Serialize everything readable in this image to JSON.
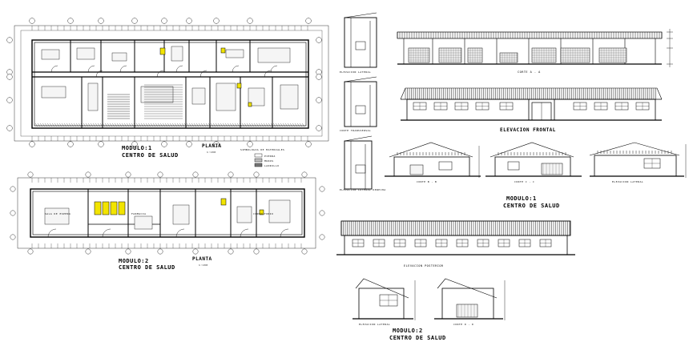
{
  "colors": {
    "line": "#000000",
    "room_fill": "#f5f5f5",
    "accent": "#f2e400",
    "background": "#ffffff"
  },
  "plan1": {
    "title": "MODULO:1",
    "subtitle": "CENTRO DE SALUD",
    "sheet_label": "PLANTA",
    "scale": "1:100",
    "legend": {
      "title": "SIMBOLOGIA DE MATERIALES",
      "items": [
        "PIEDRA",
        "MUROS",
        "LADRILLO"
      ]
    }
  },
  "plan2": {
    "title": "MODULO:2",
    "subtitle": "CENTRO DE SALUD",
    "sheet_label": "PLANTA",
    "scale": "1:100",
    "room_labels": [
      "SALA DE ESPERA",
      "FARMACIA",
      "CONSULTORIO"
    ]
  },
  "elevations1": {
    "section_aa": "CORTE A - A",
    "front": "ELEVACION FRONTAL",
    "section_bb": "CORTE B - B",
    "section_cc": "CORTE C - C",
    "side_elev": "ELEVACION LATERAL",
    "module_title": "MODULO:1",
    "module_subtitle": "CENTRO DE SALUD",
    "rear": "ELEVACION POSTERIOR",
    "narrow_labels": [
      "ELEVACION LATERAL",
      "CORTE TRANSVERSAL",
      "ELEVACION LATERAL DERECHA"
    ]
  },
  "elevations2": {
    "side": "ELEVACION LATERAL",
    "section": "CORTE D - D",
    "module_title": "MODULO:2",
    "module_subtitle": "CENTRO DE SALUD"
  }
}
